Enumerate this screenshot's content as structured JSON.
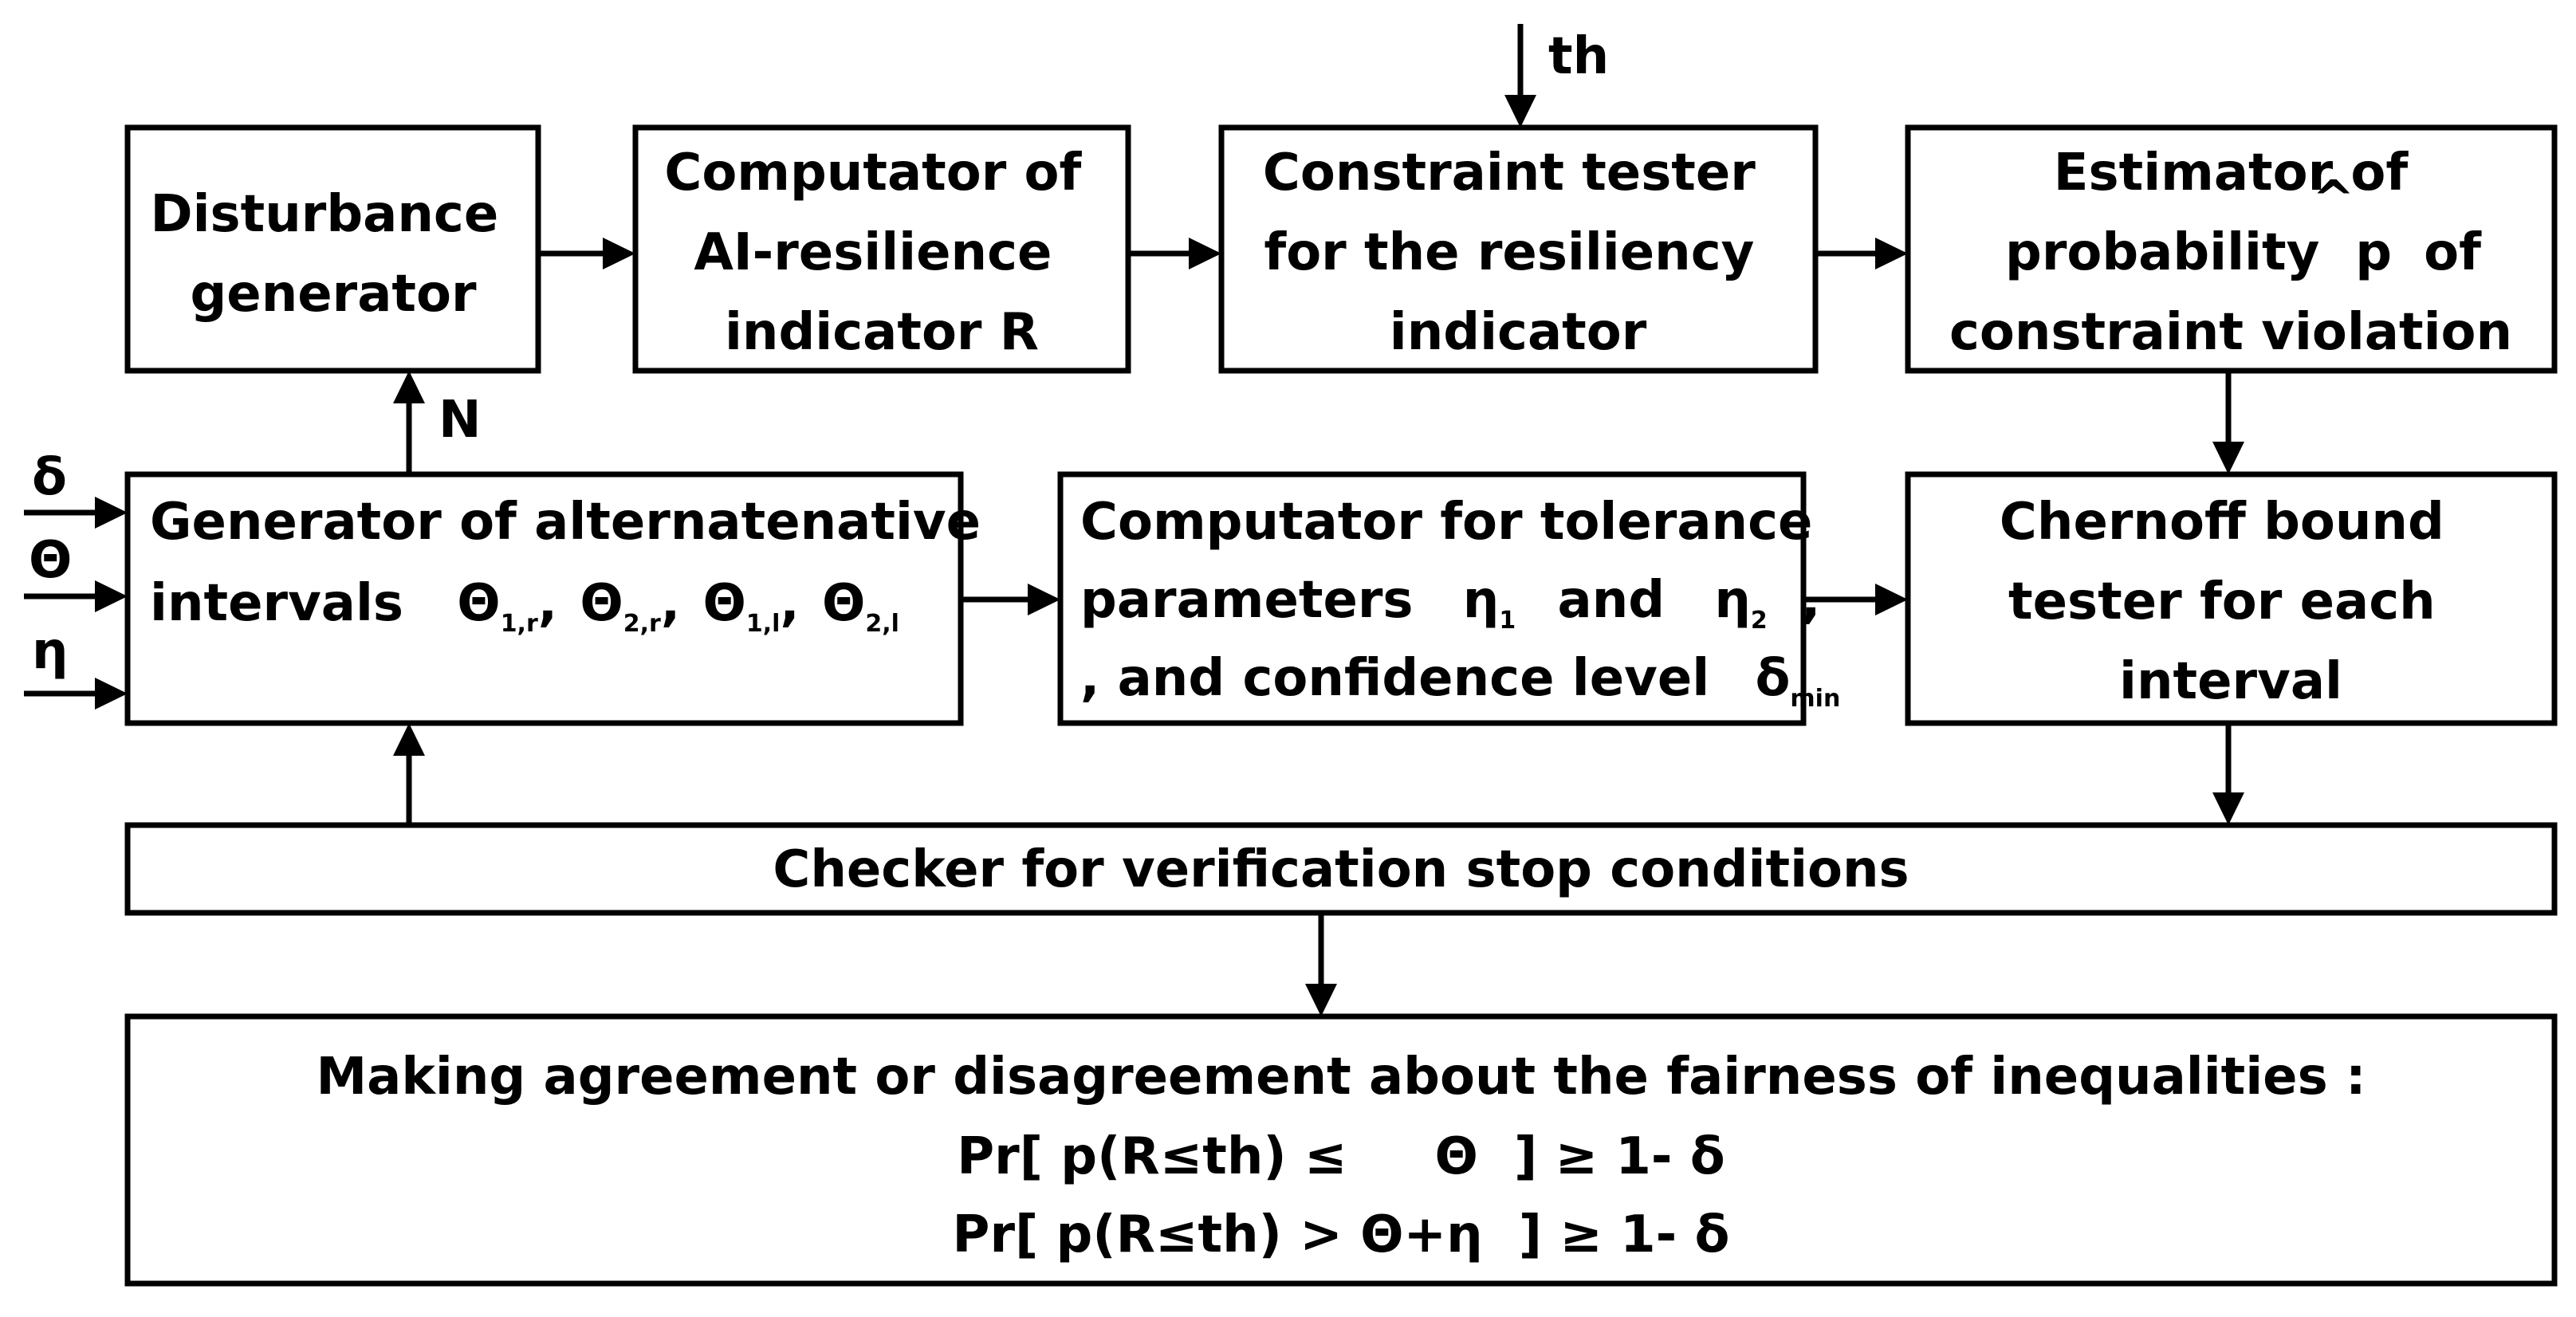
{
  "inputs": {
    "threshold": "th",
    "delta": "δ",
    "theta": "Θ",
    "eta": "η",
    "n": "N"
  },
  "blocks": {
    "disturbance_generator": {
      "lines": [
        "Disturbance",
        "generator"
      ]
    },
    "resilience_computator": {
      "lines": [
        "Computator of",
        "AI-resilience",
        "indicator R"
      ]
    },
    "constraint_tester": {
      "lines": [
        "Constraint tester",
        "for the resiliency",
        "indicator"
      ]
    },
    "probability_estimator": {
      "line1": "Estimator of",
      "line2_before": "probability",
      "p_hat": "p",
      "hat": "^",
      "line2_after": "of",
      "line3": "constraint violation"
    },
    "interval_generator": {
      "line1": "Generator of alternatenative",
      "line2_prefix": "intervals",
      "intervals": [
        {
          "symbol": "Θ",
          "sub": "1,r",
          "sep": ","
        },
        {
          "symbol": "Θ",
          "sub": "2,r",
          "sep": ","
        },
        {
          "symbol": "Θ",
          "sub": "1,l",
          "sep": ","
        },
        {
          "symbol": "Θ",
          "sub": "2,l",
          "sep": ""
        }
      ]
    },
    "tolerance_computator": {
      "line1": "Computator for tolerance",
      "line2_prefix": "parameters",
      "eta1_symbol": "η",
      "eta1_sub": "1",
      "and_word": "and",
      "eta2_symbol": "η",
      "eta2_sub": "2",
      "trailing_comma": ",",
      "line3_prefix": ", and confidence level",
      "delta_symbol": "δ",
      "delta_sub": "min"
    },
    "chernoff_tester": {
      "lines": [
        "Chernoff bound",
        "tester for each",
        "interval"
      ]
    },
    "stop_checker": {
      "text": "Checker for verification stop conditions"
    },
    "decision": {
      "line1": "Making agreement or disagreement about the fairness of inequalities :",
      "line2_left": "Pr[ p(R≤th) ≤",
      "line2_mid": "Θ",
      "line2_right": "] ≥ 1- δ",
      "line3_left": "Pr[ p(R≤th) > Θ+η",
      "line3_right": "] ≥ 1- δ"
    }
  }
}
